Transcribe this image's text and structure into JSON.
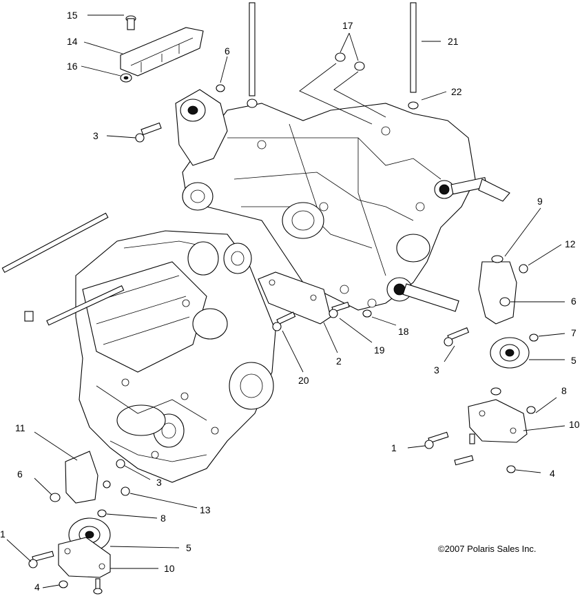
{
  "callouts": [
    {
      "id": "c15",
      "text": "15"
    },
    {
      "id": "c14",
      "text": "14"
    },
    {
      "id": "c16",
      "text": "16"
    },
    {
      "id": "c6a",
      "text": "6"
    },
    {
      "id": "c3a",
      "text": "3"
    },
    {
      "id": "c17",
      "text": "17"
    },
    {
      "id": "c21",
      "text": "21"
    },
    {
      "id": "c22",
      "text": "22"
    },
    {
      "id": "c9",
      "text": "9"
    },
    {
      "id": "c12",
      "text": "12"
    },
    {
      "id": "c6b",
      "text": "6"
    },
    {
      "id": "c7",
      "text": "7"
    },
    {
      "id": "c5a",
      "text": "5"
    },
    {
      "id": "c3b",
      "text": "3"
    },
    {
      "id": "c18",
      "text": "18"
    },
    {
      "id": "c19",
      "text": "19"
    },
    {
      "id": "c2",
      "text": "2"
    },
    {
      "id": "c20",
      "text": "20"
    },
    {
      "id": "c8a",
      "text": "8"
    },
    {
      "id": "c10a",
      "text": "10"
    },
    {
      "id": "c1a",
      "text": "1"
    },
    {
      "id": "c4a",
      "text": "4"
    },
    {
      "id": "c11",
      "text": "11"
    },
    {
      "id": "c3c",
      "text": "3"
    },
    {
      "id": "c6c",
      "text": "6"
    },
    {
      "id": "c13",
      "text": "13"
    },
    {
      "id": "c8b",
      "text": "8"
    },
    {
      "id": "c5b",
      "text": "5"
    },
    {
      "id": "c1b",
      "text": "1"
    },
    {
      "id": "c10b",
      "text": "10"
    },
    {
      "id": "c4b",
      "text": "4"
    }
  ],
  "copyright": "©2007 Polaris Sales Inc."
}
